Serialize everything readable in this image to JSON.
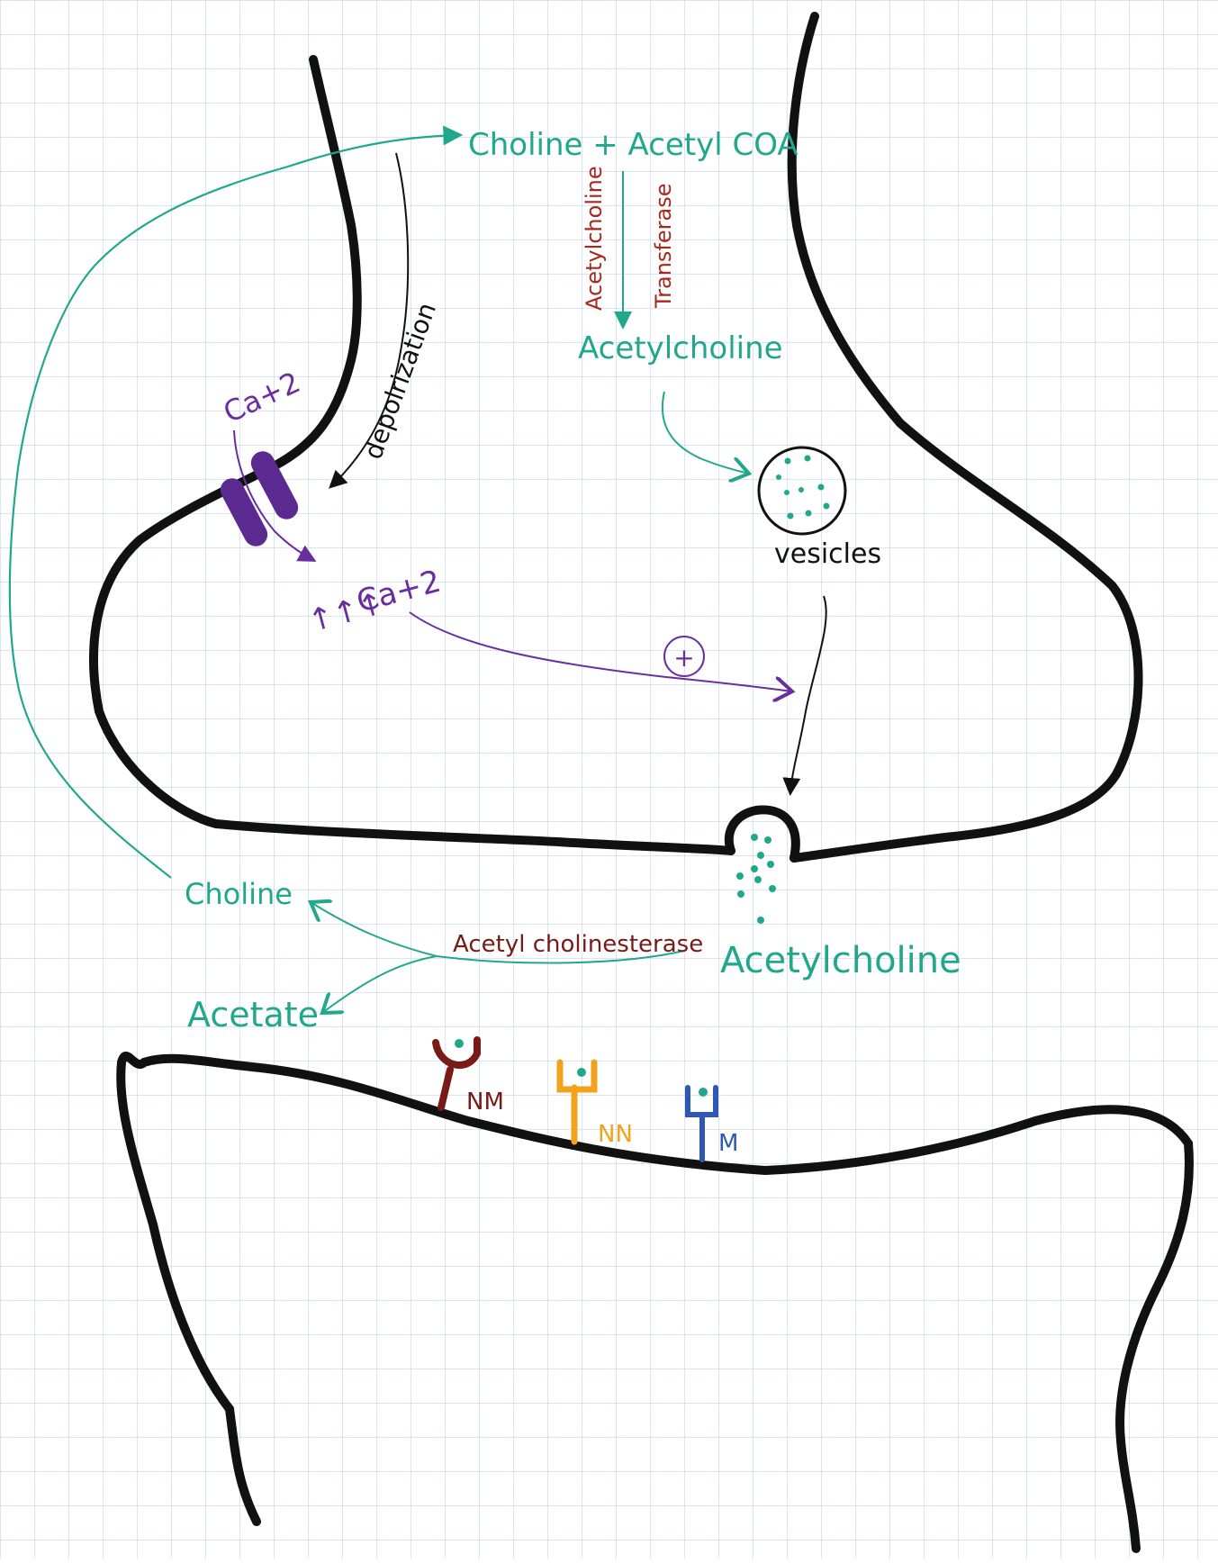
{
  "labels": {
    "choline_acetyl_coa": "Choline + Acetyl COA",
    "enzyme_line1": "Acetylcholine",
    "enzyme_line2": "Transferase",
    "acetylcholine_top": "Acetylcholine",
    "vesicles": "vesicles",
    "ca_outside": "Ca+2",
    "depolarization": "depolrization",
    "ca_inside": "Ca+2",
    "ca_arrows": "↑↑↑",
    "plus": "+",
    "acetylcholine_cleft": "Acetylcholine",
    "acetylcholinesterase": "Acetyl cholinesterase",
    "choline": "Choline",
    "acetate": "Acetate",
    "receptor_nm": "NM",
    "receptor_nn": "NN",
    "receptor_m": "M"
  },
  "colors": {
    "membrane": "#111111",
    "acetylcholine": "#21a88c",
    "enzyme": "#a8281e",
    "calcium": "#6a2d9f",
    "receptor_nm": "#7a1a16",
    "receptor_nn": "#f2a31b",
    "receptor_m": "#2f57b8",
    "grid": "#b9c9ea"
  }
}
